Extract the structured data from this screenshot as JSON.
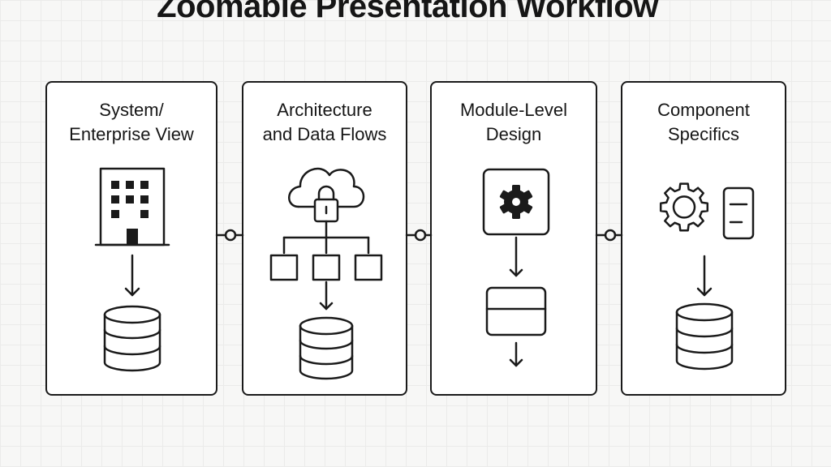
{
  "title": "Zoomable Presentation Workflow",
  "panels": [
    {
      "id": "system",
      "title_lines": [
        "System/",
        "Enterprise View"
      ],
      "icons": [
        "building-icon",
        "arrow-down-icon",
        "database-icon"
      ]
    },
    {
      "id": "architecture",
      "title_lines": [
        "Architecture",
        "and Data Flows"
      ],
      "icons": [
        "cloud-lock-icon",
        "hierarchy-icon",
        "arrow-down-icon",
        "database-icon"
      ]
    },
    {
      "id": "module",
      "title_lines": [
        "Module-Level",
        "Design"
      ],
      "icons": [
        "gear-box-icon",
        "arrow-down-icon",
        "module-block-icon",
        "arrow-down-icon"
      ]
    },
    {
      "id": "component",
      "title_lines": [
        "Component",
        "Specifics"
      ],
      "icons": [
        "gear-icon",
        "device-icon",
        "arrow-down-icon",
        "database-icon"
      ]
    }
  ],
  "connectors": [
    "chain-link-icon",
    "chain-link-icon",
    "chain-link-icon"
  ],
  "colors": {
    "stroke": "#1a1a1a",
    "panel_background": "#ffffff",
    "page_background": "#f7f7f6",
    "grid_line": "#ebebea"
  }
}
